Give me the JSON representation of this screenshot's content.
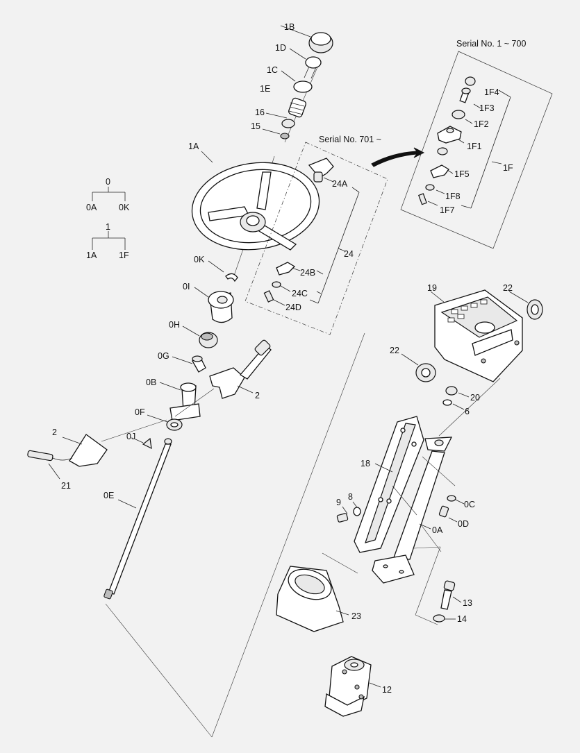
{
  "labels": {
    "p1B": "1B",
    "p1D": "1D",
    "p1C": "1C",
    "p1E": "1E",
    "p16": "16",
    "p15": "15",
    "p1A": "1A",
    "serial_1_700": "Serial No. 1 ~ 700",
    "serial_701": "Serial No. 701 ~",
    "p1F4": "1F4",
    "p1F3": "1F3",
    "p1F2": "1F2",
    "p1F1": "1F1",
    "p1F": "1F",
    "p1F5": "1F5",
    "p1F8": "1F8",
    "p1F7": "1F7",
    "p24A": "24A",
    "p24": "24",
    "p24B": "24B",
    "p24C": "24C",
    "p24D": "24D",
    "p0": "0",
    "p0A_tree": "0A",
    "p0K_tree": "0K",
    "p1": "1",
    "p1A_tree": "1A",
    "p1F_tree": "1F",
    "p0K": "0K",
    "p0I": "0I",
    "p0H": "0H",
    "p0G": "0G",
    "p0B": "0B",
    "p0F": "0F",
    "p0J": "0J",
    "p0E": "0E",
    "p2_right": "2",
    "p2_left": "2",
    "p21": "21",
    "p19": "19",
    "p22_top": "22",
    "p22_left": "22",
    "p20": "20",
    "p6": "6",
    "p18": "18",
    "p9": "9",
    "p8": "8",
    "p0C": "0C",
    "p0D": "0D",
    "p0A": "0A",
    "p13": "13",
    "p14": "14",
    "p23": "23",
    "p12": "12"
  }
}
